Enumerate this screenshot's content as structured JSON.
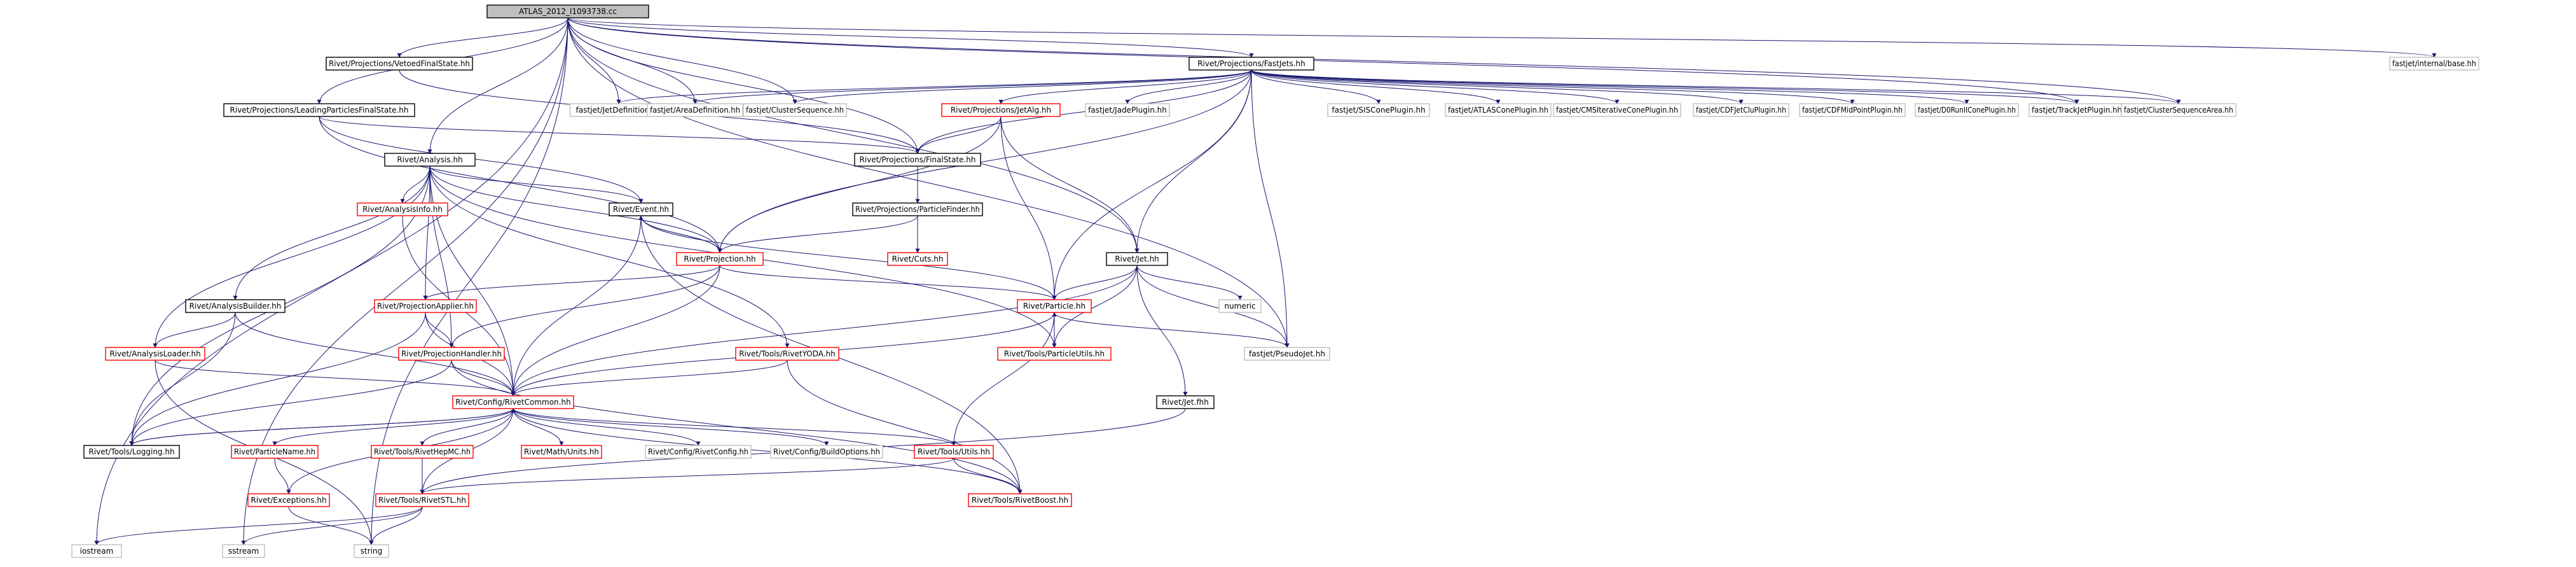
{
  "diagram": {
    "colors": {
      "normal_border": "#000000",
      "linked_border": "#ff0000",
      "external_border": "#bfbfbf",
      "root_fill": "#bfbfbf",
      "edge": "#191970",
      "text": "#000000"
    },
    "nodes": [
      {
        "id": "root",
        "label": "ATLAS_2012_I1093738.cc",
        "style": "root"
      },
      {
        "id": "fastjets",
        "label": "Rivet/Projections/FastJets.hh",
        "style": "normal"
      },
      {
        "id": "internal_base",
        "label": "fastjet/internal/base.hh",
        "style": "external"
      },
      {
        "id": "vetoed",
        "label": "Rivet/Projections/VetoedFinalState.hh",
        "style": "normal"
      },
      {
        "id": "leading",
        "label": "Rivet/Projections/LeadingParticlesFinalState.hh",
        "style": "normal"
      },
      {
        "id": "jetdef",
        "label": "fastjet/JetDefinition.hh",
        "style": "external"
      },
      {
        "id": "areadef",
        "label": "fastjet/AreaDefinition.hh",
        "style": "external"
      },
      {
        "id": "clusterseq",
        "label": "fastjet/ClusterSequence.hh",
        "style": "external"
      },
      {
        "id": "jetalg",
        "label": "Rivet/Projections/JetAlg.hh",
        "style": "linked"
      },
      {
        "id": "jadeplugin",
        "label": "fastjet/JadePlugin.hh",
        "style": "external"
      },
      {
        "id": "siscone",
        "label": "fastjet/SISConePlugin.hh",
        "style": "external"
      },
      {
        "id": "atlascone",
        "label": "fastjet/ATLASConePlugin.hh",
        "style": "external"
      },
      {
        "id": "cmscone",
        "label": "fastjet/CMSIterativeConePlugin.hh",
        "style": "external"
      },
      {
        "id": "cdfjetclu",
        "label": "fastjet/CDFJetCluPlugin.hh",
        "style": "external"
      },
      {
        "id": "cdfmidpoint",
        "label": "fastjet/CDFMidPointPlugin.hh",
        "style": "external"
      },
      {
        "id": "d0runii",
        "label": "fastjet/D0RunIIConePlugin.hh",
        "style": "external"
      },
      {
        "id": "trackjet",
        "label": "fastjet/TrackJetPlugin.hh",
        "style": "external"
      },
      {
        "id": "clusterseqarea",
        "label": "fastjet/ClusterSequenceArea.hh",
        "style": "external"
      },
      {
        "id": "analysis",
        "label": "Rivet/Analysis.hh",
        "style": "normal"
      },
      {
        "id": "finalstate",
        "label": "Rivet/Projections/FinalState.hh",
        "style": "normal"
      },
      {
        "id": "event",
        "label": "Rivet/Event.hh",
        "style": "normal"
      },
      {
        "id": "analysisinfo",
        "label": "Rivet/AnalysisInfo.hh",
        "style": "linked"
      },
      {
        "id": "particlefinder",
        "label": "Rivet/Projections/ParticleFinder.hh",
        "style": "normal"
      },
      {
        "id": "cuts",
        "label": "Rivet/Cuts.hh",
        "style": "linked"
      },
      {
        "id": "projection",
        "label": "Rivet/Projection.hh",
        "style": "linked"
      },
      {
        "id": "jet",
        "label": "Rivet/Jet.hh",
        "style": "normal"
      },
      {
        "id": "numeric",
        "label": "numeric",
        "style": "external"
      },
      {
        "id": "analysisbuilder",
        "label": "Rivet/AnalysisBuilder.hh",
        "style": "normal"
      },
      {
        "id": "projapplier",
        "label": "Rivet/ProjectionApplier.hh",
        "style": "linked"
      },
      {
        "id": "particle",
        "label": "Rivet/Particle.hh",
        "style": "linked"
      },
      {
        "id": "pseudojet",
        "label": "fastjet/PseudoJet.hh",
        "style": "external"
      },
      {
        "id": "analysisloader",
        "label": "Rivet/AnalysisLoader.hh",
        "style": "linked"
      },
      {
        "id": "projhandler",
        "label": "Rivet/ProjectionHandler.hh",
        "style": "linked"
      },
      {
        "id": "rivetyoda",
        "label": "Rivet/Tools/RivetYODA.hh",
        "style": "linked"
      },
      {
        "id": "particleutils",
        "label": "Rivet/Tools/ParticleUtils.hh",
        "style": "linked"
      },
      {
        "id": "jetfhh",
        "label": "Rivet/Jet.fhh",
        "style": "normal"
      },
      {
        "id": "rivetcommon",
        "label": "Rivet/Config/RivetCommon.hh",
        "style": "linked"
      },
      {
        "id": "logging",
        "label": "Rivet/Tools/Logging.hh",
        "style": "normal"
      },
      {
        "id": "particlename",
        "label": "Rivet/ParticleName.hh",
        "style": "linked"
      },
      {
        "id": "rivethepmc",
        "label": "Rivet/Tools/RivetHepMC.hh",
        "style": "linked"
      },
      {
        "id": "mathunits",
        "label": "Rivet/Math/Units.hh",
        "style": "linked"
      },
      {
        "id": "rivetconfig",
        "label": "Rivet/Config/RivetConfig.hh",
        "style": "external"
      },
      {
        "id": "buildoptions",
        "label": "Rivet/Config/BuildOptions.hh",
        "style": "external"
      },
      {
        "id": "toolsutils",
        "label": "Rivet/Tools/Utils.hh",
        "style": "linked"
      },
      {
        "id": "exceptions",
        "label": "Rivet/Exceptions.hh",
        "style": "linked"
      },
      {
        "id": "rivetstl",
        "label": "Rivet/Tools/RivetSTL.hh",
        "style": "linked"
      },
      {
        "id": "rivetboost",
        "label": "Rivet/Tools/RivetBoost.hh",
        "style": "linked"
      },
      {
        "id": "iostream",
        "label": "iostream",
        "style": "external"
      },
      {
        "id": "sstream",
        "label": "sstream",
        "style": "external"
      },
      {
        "id": "string",
        "label": "string",
        "style": "external"
      }
    ],
    "edges": [
      [
        "root",
        "fastjets"
      ],
      [
        "root",
        "internal_base"
      ],
      [
        "root",
        "vetoed"
      ],
      [
        "root",
        "leading"
      ],
      [
        "root",
        "jetdef"
      ],
      [
        "root",
        "areadef"
      ],
      [
        "root",
        "clusterseq"
      ],
      [
        "root",
        "analysis"
      ],
      [
        "root",
        "finalstate"
      ],
      [
        "root",
        "jet"
      ],
      [
        "root",
        "pseudojet"
      ],
      [
        "root",
        "iostream"
      ],
      [
        "root",
        "sstream"
      ],
      [
        "root",
        "string"
      ],
      [
        "root",
        "trackjet"
      ],
      [
        "root",
        "clusterseqarea"
      ],
      [
        "fastjets",
        "jetdef"
      ],
      [
        "fastjets",
        "areadef"
      ],
      [
        "fastjets",
        "clusterseq"
      ],
      [
        "fastjets",
        "jetalg"
      ],
      [
        "fastjets",
        "jadeplugin"
      ],
      [
        "fastjets",
        "siscone"
      ],
      [
        "fastjets",
        "atlascone"
      ],
      [
        "fastjets",
        "cmscone"
      ],
      [
        "fastjets",
        "cdfjetclu"
      ],
      [
        "fastjets",
        "cdfmidpoint"
      ],
      [
        "fastjets",
        "d0runii"
      ],
      [
        "fastjets",
        "trackjet"
      ],
      [
        "fastjets",
        "clusterseqarea"
      ],
      [
        "fastjets",
        "finalstate"
      ],
      [
        "fastjets",
        "projection"
      ],
      [
        "fastjets",
        "jet"
      ],
      [
        "fastjets",
        "particle"
      ],
      [
        "fastjets",
        "pseudojet"
      ],
      [
        "vetoed",
        "finalstate"
      ],
      [
        "leading",
        "finalstate"
      ],
      [
        "leading",
        "event"
      ],
      [
        "leading",
        "projection"
      ],
      [
        "jetalg",
        "finalstate"
      ],
      [
        "jetalg",
        "projection"
      ],
      [
        "jetalg",
        "jet"
      ],
      [
        "jetalg",
        "particle"
      ],
      [
        "analysis",
        "event"
      ],
      [
        "analysis",
        "analysisinfo"
      ],
      [
        "analysis",
        "projection"
      ],
      [
        "analysis",
        "analysisbuilder"
      ],
      [
        "analysis",
        "analysisloader"
      ],
      [
        "analysis",
        "projapplier"
      ],
      [
        "analysis",
        "projhandler"
      ],
      [
        "analysis",
        "rivetyoda"
      ],
      [
        "analysis",
        "particleutils"
      ],
      [
        "analysis",
        "rivetcommon"
      ],
      [
        "analysis",
        "logging"
      ],
      [
        "finalstate",
        "particlefinder"
      ],
      [
        "finalstate",
        "cuts"
      ],
      [
        "particlefinder",
        "projection"
      ],
      [
        "event",
        "projection"
      ],
      [
        "event",
        "rivetcommon"
      ],
      [
        "event",
        "particle"
      ],
      [
        "event",
        "rivetboost"
      ],
      [
        "projection",
        "event"
      ],
      [
        "projection",
        "projapplier"
      ],
      [
        "projection",
        "projhandler"
      ],
      [
        "projection",
        "rivetcommon"
      ],
      [
        "projection",
        "particle"
      ],
      [
        "analysisinfo",
        "rivetcommon"
      ],
      [
        "jet",
        "particle"
      ],
      [
        "jet",
        "particleutils"
      ],
      [
        "jet",
        "numeric"
      ],
      [
        "jet",
        "pseudojet"
      ],
      [
        "jet",
        "jetfhh"
      ],
      [
        "jet",
        "rivetcommon"
      ],
      [
        "analysisbuilder",
        "analysisloader"
      ],
      [
        "analysisbuilder",
        "rivetcommon"
      ],
      [
        "analysisbuilder",
        "logging"
      ],
      [
        "projapplier",
        "projhandler"
      ],
      [
        "projapplier",
        "rivetcommon"
      ],
      [
        "projapplier",
        "logging"
      ],
      [
        "particle",
        "particleutils"
      ],
      [
        "particle",
        "pseudojet"
      ],
      [
        "particle",
        "rivetcommon"
      ],
      [
        "particle",
        "toolsutils"
      ],
      [
        "particleutils",
        "particle"
      ],
      [
        "analysisloader",
        "rivetcommon"
      ],
      [
        "analysisloader",
        "string"
      ],
      [
        "projhandler",
        "rivetcommon"
      ],
      [
        "projhandler",
        "rivetboost"
      ],
      [
        "projhandler",
        "logging"
      ],
      [
        "rivetyoda",
        "rivetcommon"
      ],
      [
        "rivetyoda",
        "rivetboost"
      ],
      [
        "jetfhh",
        "rivetstl"
      ],
      [
        "rivetcommon",
        "logging"
      ],
      [
        "rivetcommon",
        "particlename"
      ],
      [
        "rivetcommon",
        "rivethepmc"
      ],
      [
        "rivetcommon",
        "mathunits"
      ],
      [
        "rivetcommon",
        "rivetconfig"
      ],
      [
        "rivetcommon",
        "buildoptions"
      ],
      [
        "rivetcommon",
        "toolsutils"
      ],
      [
        "rivetcommon",
        "exceptions"
      ],
      [
        "rivetcommon",
        "rivetstl"
      ],
      [
        "rivetcommon",
        "rivetboost"
      ],
      [
        "logging",
        "rivetcommon"
      ],
      [
        "particlename",
        "exceptions"
      ],
      [
        "rivethepmc",
        "rivetstl"
      ],
      [
        "toolsutils",
        "rivetstl"
      ],
      [
        "toolsutils",
        "rivetboost"
      ],
      [
        "exceptions",
        "string"
      ],
      [
        "rivetstl",
        "iostream"
      ],
      [
        "rivetstl",
        "sstream"
      ],
      [
        "rivetstl",
        "string"
      ]
    ]
  }
}
